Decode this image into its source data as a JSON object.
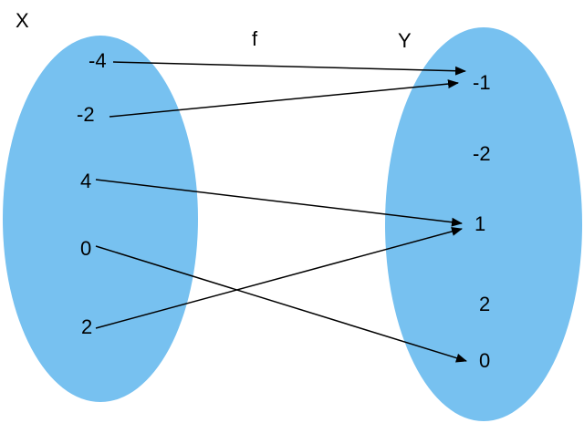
{
  "title_x": "X",
  "title_y": "Y",
  "function_label": "f",
  "set_color": "#77c1f0",
  "domain": [
    "-4",
    "-2",
    "4",
    "0",
    "2"
  ],
  "codomain": [
    "-1",
    "-2",
    "1",
    "2",
    "0"
  ],
  "mapping": [
    {
      "from": "-4",
      "to": "-1"
    },
    {
      "from": "-2",
      "to": "-1"
    },
    {
      "from": "4",
      "to": "1"
    },
    {
      "from": "0",
      "to": "0"
    },
    {
      "from": "2",
      "to": "1"
    }
  ]
}
